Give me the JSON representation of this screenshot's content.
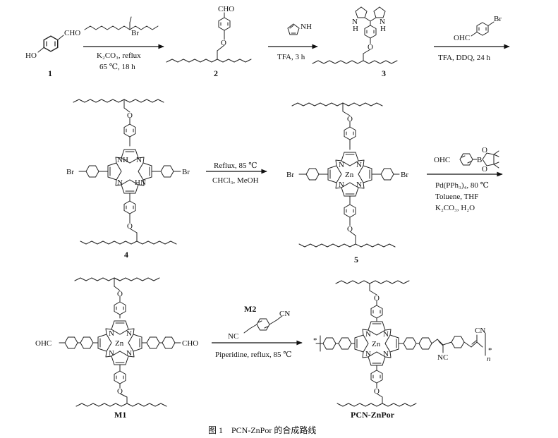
{
  "compounds": {
    "c1": "1",
    "c2": "2",
    "c3": "3",
    "c4": "4",
    "c5": "5",
    "m1": "M1",
    "m2": "M2",
    "polymer": "PCN-ZnPor"
  },
  "atoms": {
    "cho": "CHO",
    "ho": "HO",
    "br": "Br",
    "ohc": "OHC",
    "o": "O",
    "nh": "NH",
    "n": "N",
    "h": "H",
    "zn": "Zn",
    "hn": "HN",
    "b": "B",
    "cn": "CN",
    "nc": "NC",
    "star": "*",
    "n_sub": "n"
  },
  "reactions": {
    "step1": [
      "K₂CO₃, reflux",
      "65 ℃, 18 h"
    ],
    "step2": [
      "TFA, 3 h"
    ],
    "step3": [
      "TFA, DDQ, 24 h"
    ],
    "step4": [
      "Reflux, 85 ℃",
      "CHCl₃, MeOH"
    ],
    "step5": [
      "Pd(PPh₃)₄, 80 ℃",
      "Toluene, THF",
      "K₂CO₃, H₂O"
    ],
    "step6": [
      "Piperidine, reflux, 85 ℃"
    ]
  },
  "caption": "图 1　PCN-ZnPor 的合成路线"
}
